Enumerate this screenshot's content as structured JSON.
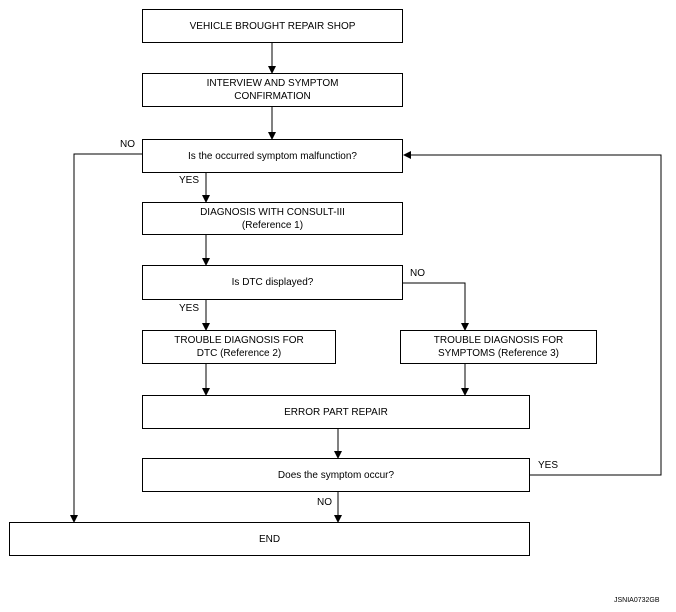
{
  "nodes": {
    "repair_shop": "VEHICLE BROUGHT REPAIR SHOP",
    "interview": "INTERVIEW AND SYMPTOM\nCONFIRMATION",
    "malfunction_q": "Is the occurred symptom malfunction?",
    "consult": "DIAGNOSIS WITH CONSULT-III\n(Reference 1)",
    "dtc_q": "Is DTC displayed?",
    "dtc_diag": "TROUBLE DIAGNOSIS FOR\nDTC (Reference 2)",
    "symptom_diag": "TROUBLE DIAGNOSIS FOR\nSYMPTOMS (Reference 3)",
    "error_repair": "ERROR PART REPAIR",
    "occur_q": "Does the symptom occur?",
    "end": "END"
  },
  "labels": {
    "malfunction_no": "NO",
    "malfunction_yes": "YES",
    "dtc_no": "NO",
    "dtc_yes": "YES",
    "occur_yes": "YES",
    "occur_no": "NO"
  },
  "figure_id": "JSNIA0732GB"
}
